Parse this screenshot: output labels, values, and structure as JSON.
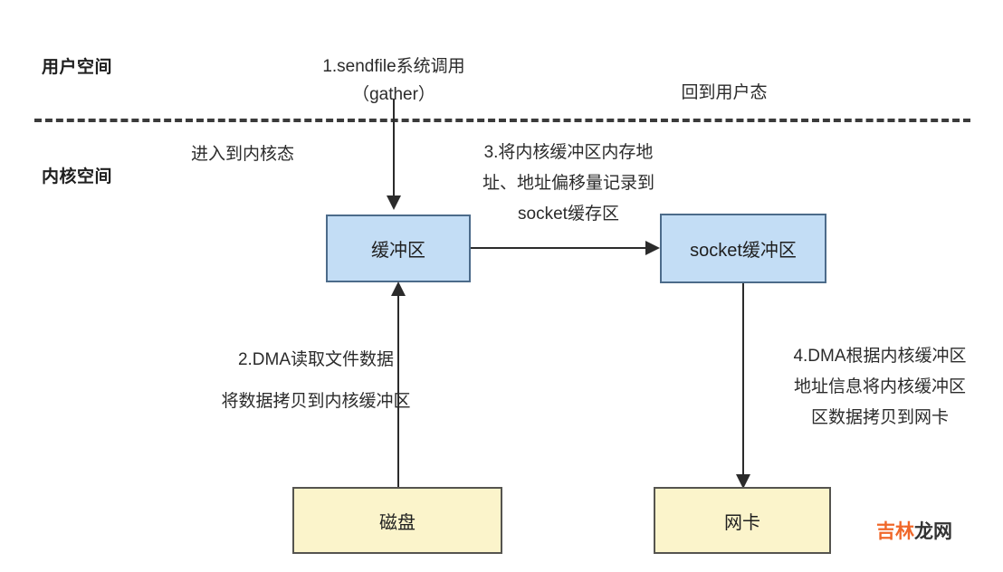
{
  "diagram": {
    "title": "sendfile (gather) zero-copy data flow",
    "regions": {
      "user_space_label": "用户空间",
      "kernel_space_label": "内核空间"
    },
    "notes": {
      "step1": "1.sendfile系统调用\n（gather）",
      "return_user": "回到用户态",
      "enter_kernel": "进入到内核态",
      "step3": "3.将内核缓冲区内存地\n址、地址偏移量记录到\nsocket缓存区",
      "step2": "2.DMA读取文件数据\n将数据拷贝到内核缓冲区",
      "step4": "4.DMA根据内核缓冲区\n地址信息将内核缓冲区\n区数据拷贝到网卡"
    },
    "boxes": {
      "kernel_buffer": "缓冲区",
      "socket_buffer": "socket缓冲区",
      "disk": "磁盘",
      "nic": "网卡"
    },
    "watermark": {
      "part1": "吉林",
      "part2": "龙网"
    },
    "colors": {
      "blue_fill": "#c3ddf5",
      "blue_stroke": "#4c6b8a",
      "yellow_fill": "#fbf4cb",
      "yellow_stroke": "#55544f",
      "line": "#2b2b2b",
      "watermark_accent": "#f0682a",
      "watermark_dark": "#333333"
    }
  }
}
